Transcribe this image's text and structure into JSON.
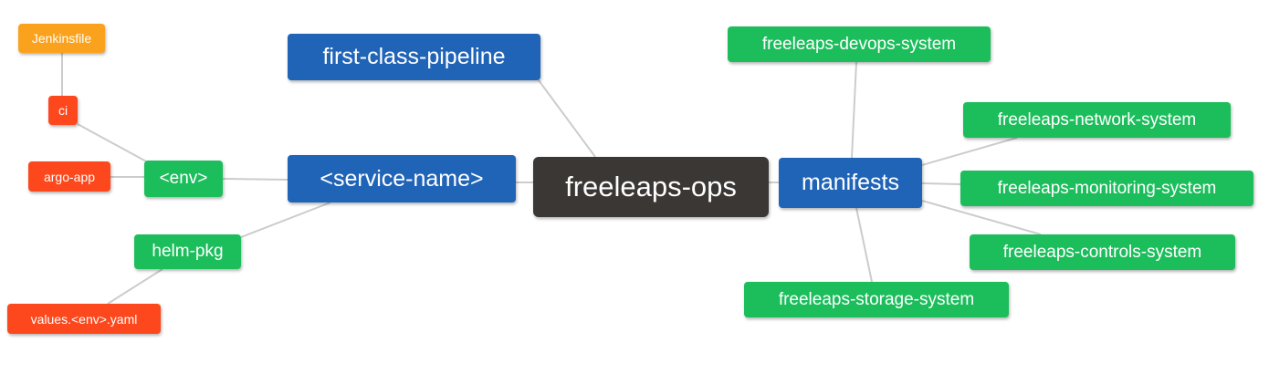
{
  "colors": {
    "blue": "#2064b8",
    "green": "#1cbe5c",
    "red": "#fc481c",
    "amber": "#faa21e",
    "dark": "#3b3734",
    "edge": "#cccccc",
    "text": "#ffffff"
  },
  "mindmap": {
    "root_label": "freeleaps-ops",
    "nodes": {
      "freeleaps_ops": {
        "label": "freeleaps-ops",
        "color": "dark",
        "level": 0
      },
      "first_class_pipeline": {
        "label": "first-class-pipeline",
        "color": "blue",
        "level": 1
      },
      "service_name": {
        "label": "<service-name>",
        "color": "blue",
        "level": 1
      },
      "manifests": {
        "label": "manifests",
        "color": "blue",
        "level": 1
      },
      "env": {
        "label": "<env>",
        "color": "green",
        "level": 2
      },
      "helm_pkg": {
        "label": "helm-pkg",
        "color": "green",
        "level": 2
      },
      "ci": {
        "label": "ci",
        "color": "red",
        "level": 3
      },
      "argo_app": {
        "label": "argo-app",
        "color": "red",
        "level": 3
      },
      "jenkinsfile": {
        "label": "Jenkinsfile",
        "color": "amber",
        "level": 4
      },
      "values_env_yaml": {
        "label": "values.<env>.yaml",
        "color": "red",
        "level": 3
      },
      "freeleaps_devops_system": {
        "label": "freeleaps-devops-system",
        "color": "green",
        "level": 2
      },
      "freeleaps_network_system": {
        "label": "freeleaps-network-system",
        "color": "green",
        "level": 2
      },
      "freeleaps_monitoring_system": {
        "label": "freeleaps-monitoring-system",
        "color": "green",
        "level": 2
      },
      "freeleaps_controls_system": {
        "label": "freeleaps-controls-system",
        "color": "green",
        "level": 2
      },
      "freeleaps_storage_system": {
        "label": "freeleaps-storage-system",
        "color": "green",
        "level": 2
      }
    },
    "edges": [
      [
        "jenkinsfile",
        "ci"
      ],
      [
        "ci",
        "env"
      ],
      [
        "argo_app",
        "env"
      ],
      [
        "env",
        "service_name"
      ],
      [
        "helm_pkg",
        "service_name"
      ],
      [
        "values_env_yaml",
        "helm_pkg"
      ],
      [
        "first_class_pipeline",
        "freeleaps_ops"
      ],
      [
        "service_name",
        "freeleaps_ops"
      ],
      [
        "freeleaps_ops",
        "manifests"
      ],
      [
        "manifests",
        "freeleaps_devops_system"
      ],
      [
        "manifests",
        "freeleaps_network_system"
      ],
      [
        "manifests",
        "freeleaps_monitoring_system"
      ],
      [
        "manifests",
        "freeleaps_controls_system"
      ],
      [
        "manifests",
        "freeleaps_storage_system"
      ]
    ]
  }
}
